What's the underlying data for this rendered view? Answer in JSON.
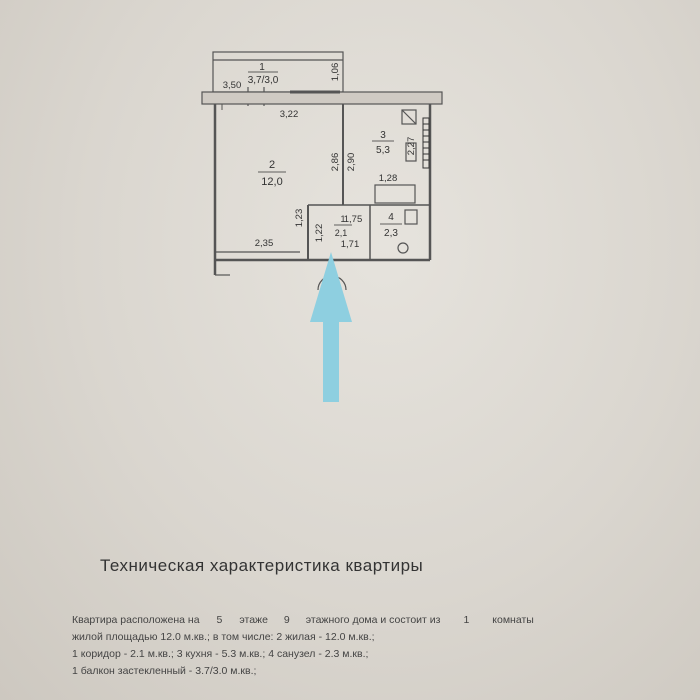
{
  "plan": {
    "rooms": [
      {
        "number": "1",
        "area": "3,7/3,0"
      },
      {
        "number": "2",
        "area": "12,0"
      },
      {
        "number": "3",
        "area": "5,3"
      },
      {
        "number": "4",
        "area": "2,3"
      },
      {
        "number": "1",
        "area": "2,1"
      }
    ],
    "dims": {
      "d350": "3,50",
      "d106": "1,06",
      "d322": "3,22",
      "d286": "2,86",
      "d290": "2,90",
      "d227": "2,27",
      "d128": "1,28",
      "d123": "1,23",
      "d175": "1,75",
      "d122": "1,22",
      "d171": "1,71",
      "d235": "2,35"
    }
  },
  "title": "Техническая характеристика квартиры",
  "desc": {
    "l1": {
      "a": "Квартира расположена на",
      "floor": "5",
      "b": "этаже",
      "total": "9",
      "c": "этажного дома и состоит из",
      "rooms": "1",
      "d": "комнаты"
    },
    "l2": {
      "a": "жилой площадью",
      "area": "12.0",
      "b": "м.кв.; в том числе:",
      "n": "2",
      "c": "жилая -",
      "v": "12.0",
      "d": "м.кв.;"
    },
    "l3": {
      "n1": "1",
      "t1": "коридор -",
      "v1": "2.1",
      "u1": "м.кв.;",
      "n2": "3",
      "t2": "кухня -",
      "v2": "5.3",
      "u2": "м.кв.;",
      "n3": "4",
      "t3": "санузел -",
      "v3": "2.3",
      "u3": "м.кв.;"
    },
    "l4": {
      "n": "1",
      "t": "балкон застекленный -",
      "v": "3.7/3.0",
      "u": "м.кв.;"
    }
  },
  "colors": {
    "arrow": "#8ecfe0",
    "wall": "#555555",
    "paper": "#dcd8d1"
  }
}
